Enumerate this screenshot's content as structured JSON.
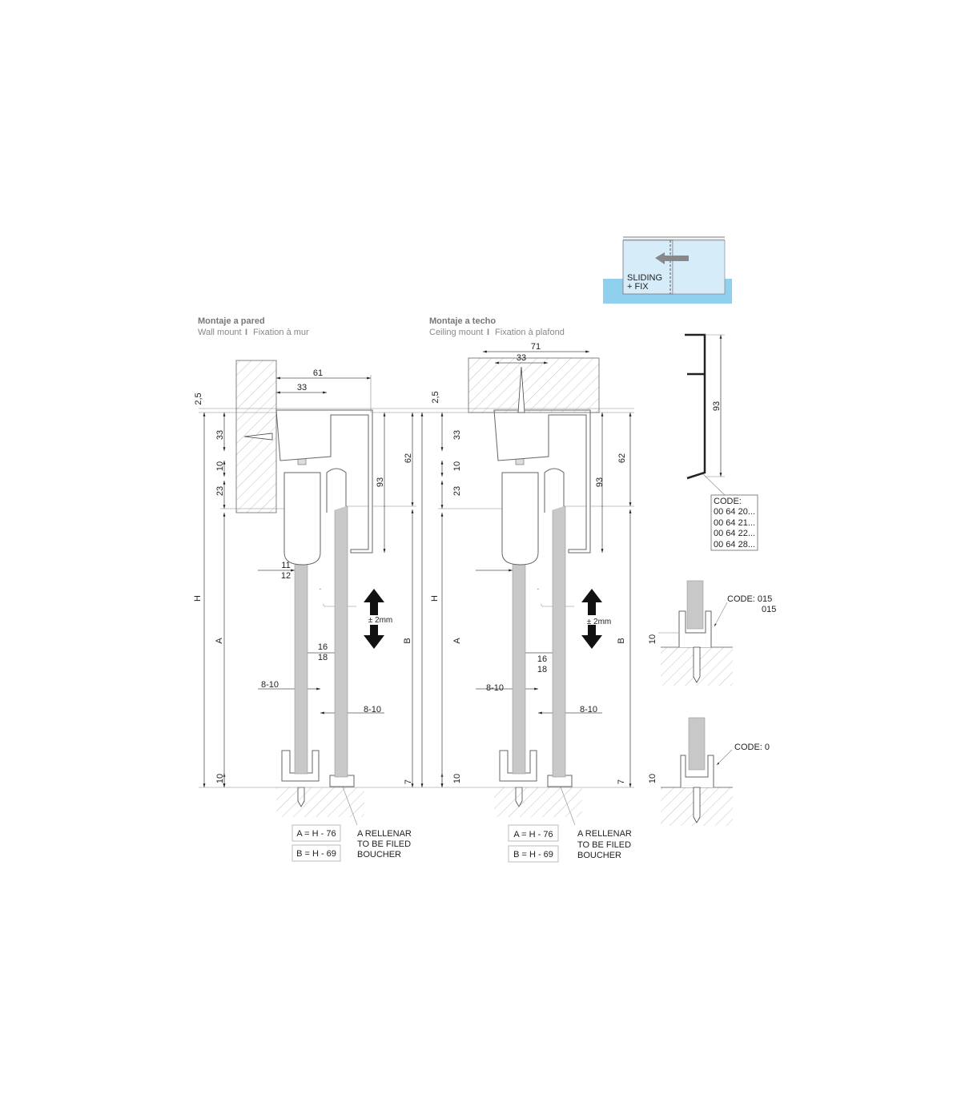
{
  "icon": {
    "label_line1": "SLIDING",
    "label_line2": "+ FIX",
    "colors": {
      "glass": "#d6ecf8",
      "floor": "#8fd0ef",
      "arrow": "#888888"
    }
  },
  "wall": {
    "title": "Montaje a pared",
    "subtitle_en": "Wall mount",
    "separator": "I",
    "subtitle_fr": "Fixation à mur",
    "dims": {
      "w61": "61",
      "w33": "33",
      "t25": "2,5",
      "v33": "33",
      "v10": "10",
      "v23": "23",
      "v93": "93",
      "v62": "62",
      "H": "H",
      "A": "A",
      "B": "B",
      "d11": "11",
      "d12": "12",
      "d16": "16",
      "d18": "18",
      "g1": "8-10",
      "g2": "8-10",
      "b10": "10",
      "b7": "7"
    },
    "adjust": "± 2mm",
    "formula_a": "A = H - 76",
    "formula_b": "B = H - 69",
    "note": [
      "A RELLENAR",
      "TO BE FILED",
      "BOUCHER"
    ]
  },
  "ceiling": {
    "title": "Montaje a techo",
    "subtitle_en": "Ceiling mount",
    "separator": "I",
    "subtitle_fr": "Fixation à plafond",
    "dims": {
      "w71": "71",
      "w33": "33",
      "t25": "2,5",
      "v33": "33",
      "v10": "10",
      "v23": "23",
      "v93": "93",
      "v62": "62",
      "H": "H",
      "A": "A",
      "B": "B",
      "d16": "16",
      "d18": "18",
      "g1": "8-10",
      "g2": "8-10",
      "b10": "10",
      "b7": "7"
    },
    "adjust": "± 2mm",
    "formula_a": "A = H - 76",
    "formula_b": "B = H - 69",
    "note": [
      "A RELLENAR",
      "TO BE FILED",
      "BOUCHER"
    ]
  },
  "profile": {
    "dim": "93",
    "code_label": "CODE:",
    "codes": [
      "00 64 20...",
      "00 64 21...",
      "00 64 22...",
      "00 64 28..."
    ]
  },
  "guide1": {
    "code_line1": "CODE:  015",
    "code_line2": "015",
    "dim": "10"
  },
  "guide2": {
    "code_line1": "CODE:  0",
    "dim": "10"
  }
}
